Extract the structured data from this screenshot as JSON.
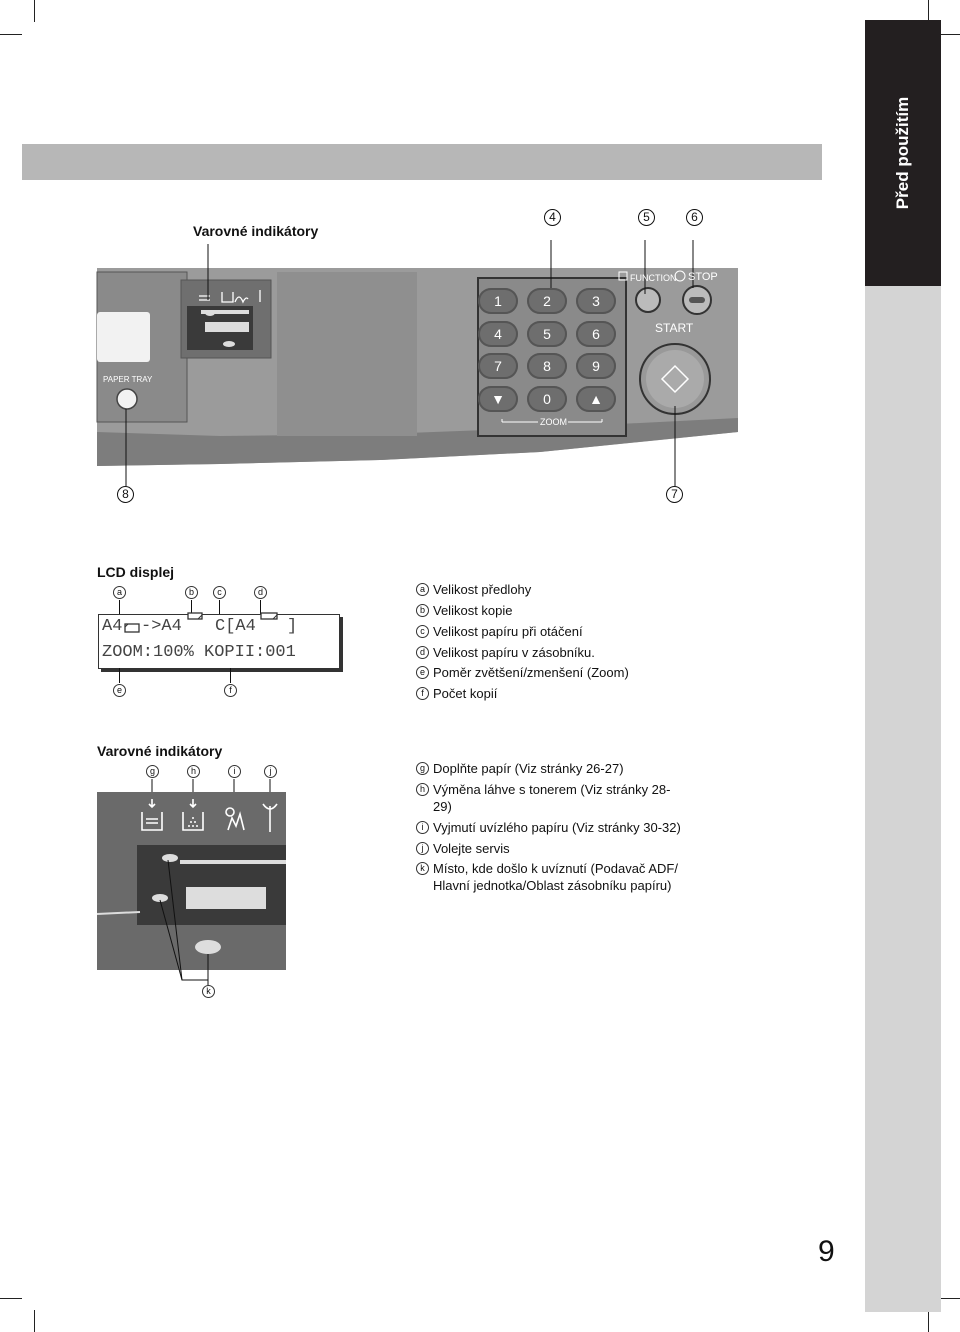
{
  "sidebar": {
    "title": "Před použitím"
  },
  "panel": {
    "title": "Varovné indikátory",
    "callouts": {
      "c4": "4",
      "c5": "5",
      "c6": "6",
      "c7": "7",
      "c8": "8"
    },
    "keys": [
      "1",
      "2",
      "3",
      "4",
      "5",
      "6",
      "7",
      "8",
      "9",
      "▼",
      "0",
      "▲"
    ],
    "zoom_label": "ZOOM",
    "function_label": "FUNCTION",
    "stop_label": "STOP",
    "start_label": "START",
    "paper_tray_label": "PAPER TRAY"
  },
  "lcd": {
    "title": "LCD displej",
    "letters": {
      "a": "a",
      "b": "b",
      "c": "c",
      "d": "d",
      "e": "e",
      "f": "f"
    },
    "line1_a": "A4",
    "line1_b": "->A4",
    "line1_c": "C[A4",
    "line1_d": "]",
    "line2": "ZOOM:100% KOPII:001",
    "legend": [
      {
        "letter": "a",
        "text": "Velikost předlohy"
      },
      {
        "letter": "b",
        "text": "Velikost kopie"
      },
      {
        "letter": "c",
        "text": "Velikost papíru při otáčení"
      },
      {
        "letter": "d",
        "text": "Velikost papíru v zásobníku."
      },
      {
        "letter": "e",
        "text": "Poměr zvětšení/zmenšení (Zoom)"
      },
      {
        "letter": "f",
        "text": "Počet kopií"
      }
    ]
  },
  "warnings": {
    "title": "Varovné indikátory",
    "letters": {
      "g": "g",
      "h": "h",
      "i": "i",
      "j": "j",
      "k": "k"
    },
    "legend": [
      {
        "letter": "g",
        "line1": "Doplňte papír (Viz stránky 26-27)",
        "line2": ""
      },
      {
        "letter": "h",
        "line1": "Výměna láhve s tonerem (Viz stránky 28-",
        "line2": "29)"
      },
      {
        "letter": "i",
        "line1": "Vyjmutí uvízlého papíru (Viz stránky 30-32)",
        "line2": ""
      },
      {
        "letter": "j",
        "line1": "Volejte servis",
        "line2": ""
      },
      {
        "letter": "k",
        "line1": "Místo, kde došlo k uvíznutí (Podavač ADF/",
        "line2": "Hlavní jednotka/Oblast zásobníku papíru)"
      }
    ]
  },
  "page_number": "9"
}
